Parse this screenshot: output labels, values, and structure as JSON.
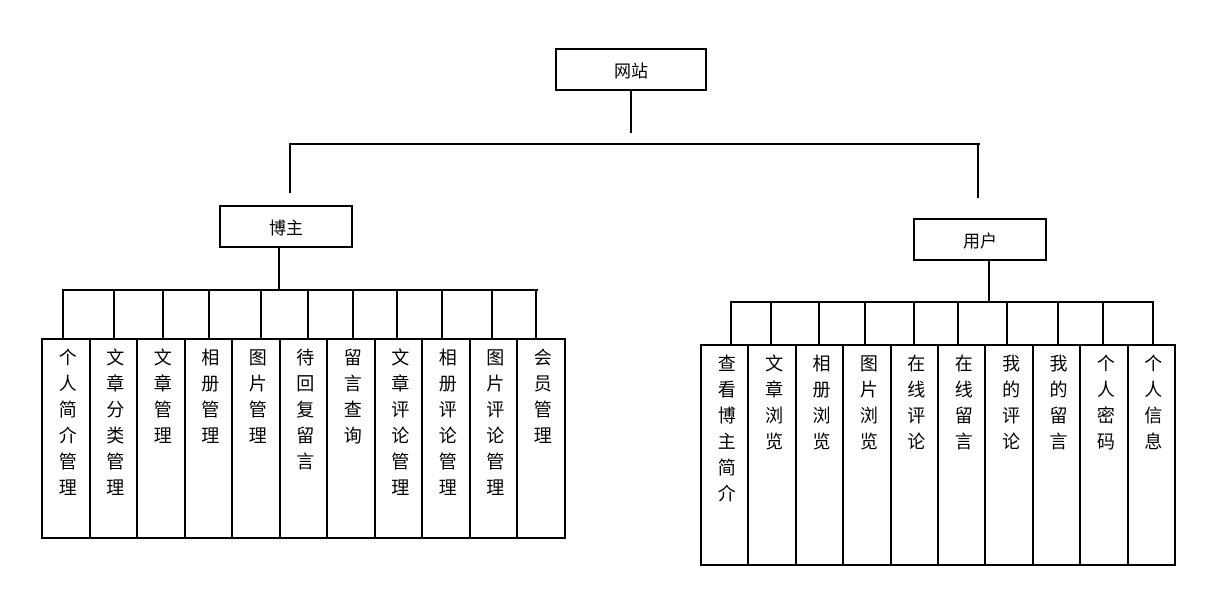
{
  "root": {
    "label": "网站"
  },
  "branches": [
    {
      "label": "博主",
      "children": [
        "个人简介管理",
        "文章分类管理",
        "文章管理",
        "相册管理",
        "图片管理",
        "待回复留言",
        "留言查询",
        "文章评论管理",
        "相册评论管理",
        "图片评论管理",
        "会员管理"
      ]
    },
    {
      "label": "用户",
      "children": [
        "查看博主简介",
        "文章浏览",
        "相册浏览",
        "图片浏览",
        "在线评论",
        "在线留言",
        "我的评论",
        "我的留言",
        "个人密码",
        "个人信息"
      ]
    }
  ]
}
